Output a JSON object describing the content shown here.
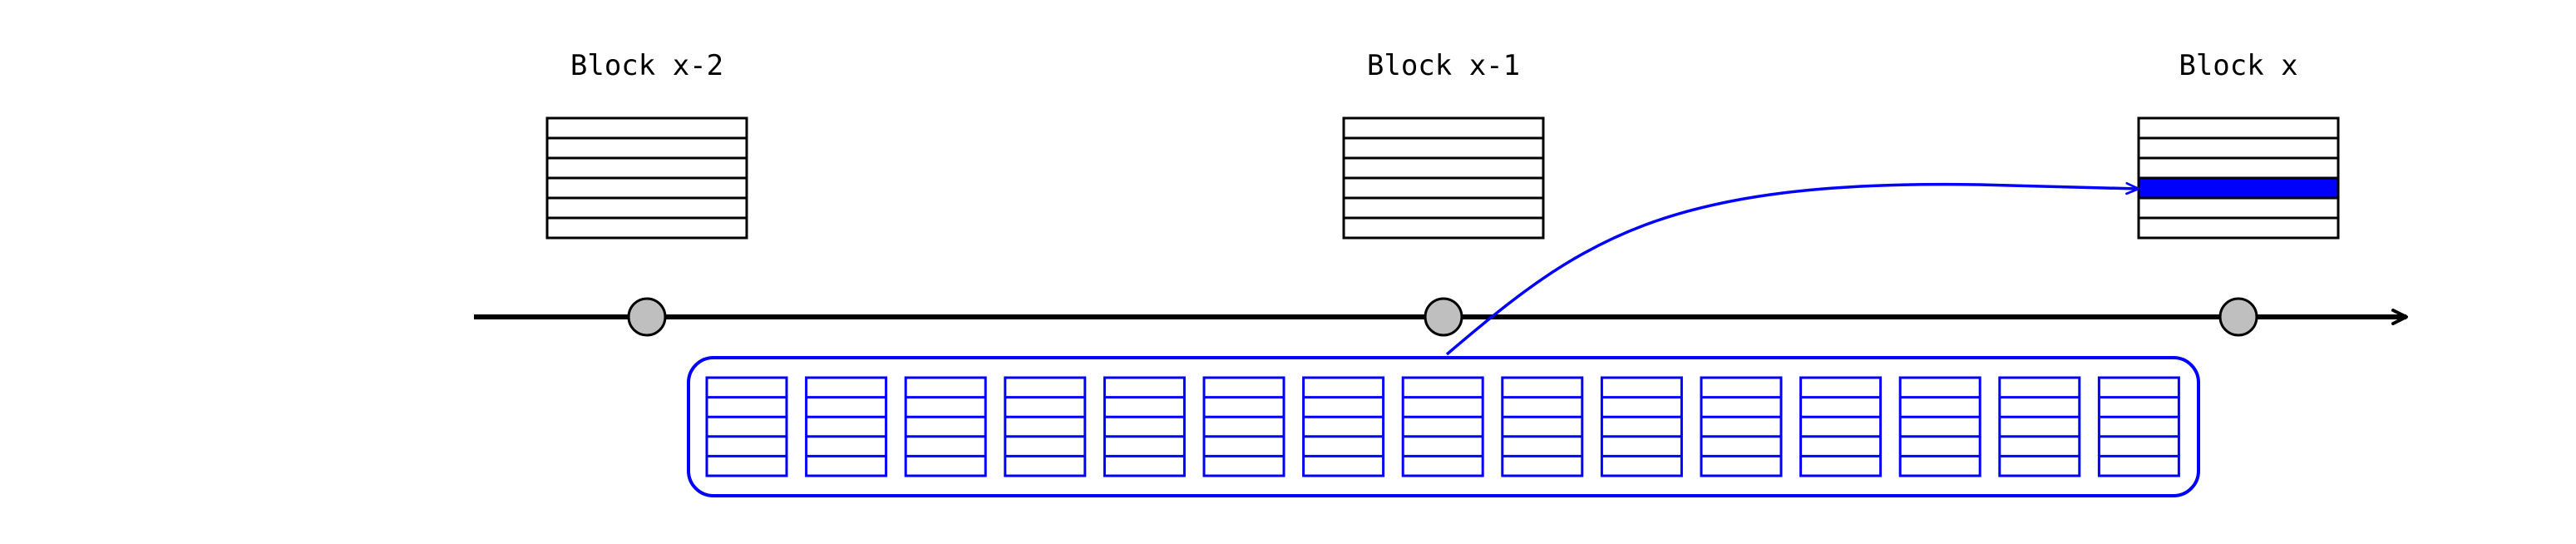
{
  "blocks": [
    {
      "label": "Block x-2",
      "rows": 6,
      "highlighted_row": null
    },
    {
      "label": "Block x-1",
      "rows": 6,
      "highlighted_row": null
    },
    {
      "label": "Block x",
      "rows": 6,
      "highlighted_row": 3
    }
  ],
  "pool": {
    "cell_count": 15,
    "rows_per_cell": 5
  },
  "colors": {
    "line": "#000000",
    "node_fill": "#bfbfbf",
    "accent": "#0000ff",
    "highlight_fill": "#0000ff"
  }
}
